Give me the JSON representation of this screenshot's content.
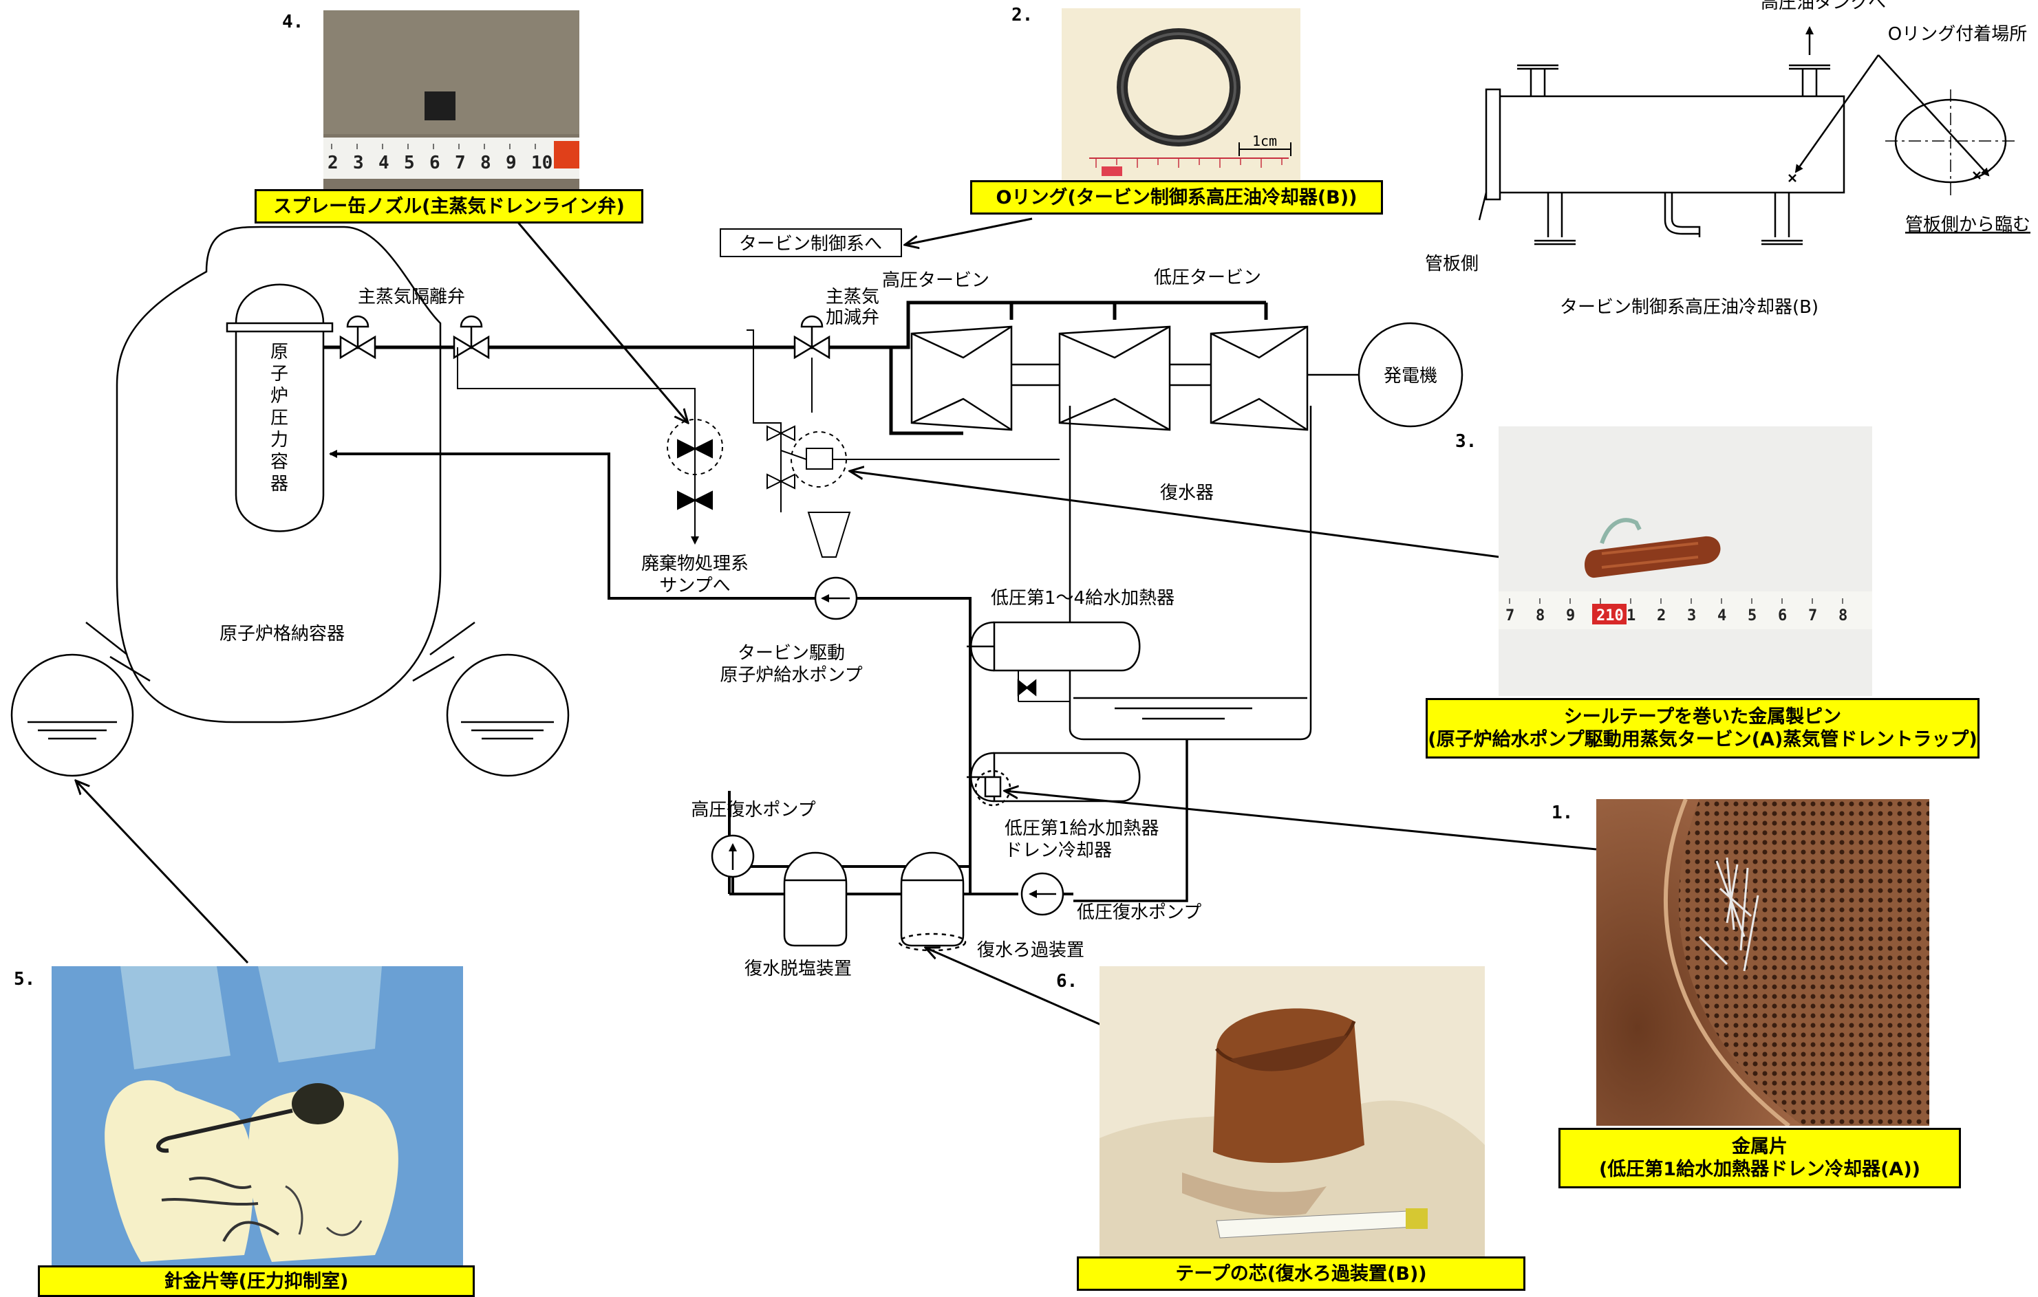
{
  "captions": {
    "spray_nozzle": "スプレー缶ノズル(主蒸気ドレンライン弁)",
    "o_ring": "Oリング(タービン制御系高圧油冷却器(B))",
    "seal_tape_pin_1": "シールテープを巻いた金属製ピン",
    "seal_tape_pin_2": "(原子炉給水ポンプ駆動用蒸気タービン(A)蒸気管ドレントラップ)",
    "metal_piece_1": "金属片",
    "metal_piece_2": "(低圧第1給水加熱器ドレン冷却器(A))",
    "wire_pieces": "針金片等(圧力抑制室)",
    "tape_core": "テープの芯(復水ろ過装置(B))"
  },
  "numbers": {
    "n1": "1.",
    "n2": "2.",
    "n3": "3.",
    "n4": "4.",
    "n5": "5.",
    "n6": "6."
  },
  "labels": {
    "reactor_pv": "原子炉圧力容器",
    "containment": "原子炉格納容器",
    "msiv": "主蒸気隔離弁",
    "turbine_control": "タービン制御系へ",
    "main_steam_valve_1": "主蒸気",
    "main_steam_valve_2": "加減弁",
    "hp_turbine": "高圧タービン",
    "lp_turbine": "低圧タービン",
    "generator": "発電機",
    "condenser": "復水器",
    "waste_1": "廃棄物処理系",
    "waste_2": "サンプへ",
    "tdrfp_1": "タービン駆動",
    "tdrfp_2": "原子炉給水ポンプ",
    "lp_heaters": "低圧第1～4給水加熱器",
    "lp1_drain_1": "低圧第1給水加熱器",
    "lp1_drain_2": "ドレン冷却器",
    "hp_cond_pump": "高圧復水ポンプ",
    "lp_cond_pump": "低圧復水ポンプ",
    "demineralizer": "復水脱塩装置",
    "filter": "復水ろ過装置",
    "scale_1cm": "1cm"
  },
  "cooler": {
    "to_tank": "高圧油タンクへ",
    "oring_location": "Oリング付着場所",
    "tube_side": "管板側",
    "view_from": "管板側から臨む",
    "title": "タービン制御系高圧油冷却器(B)"
  },
  "tape_ticks": {
    "nozzle": [
      "2",
      "3",
      "4",
      "5",
      "6",
      "7",
      "8",
      "9",
      "10"
    ],
    "pin": [
      "7",
      "8",
      "9",
      "210",
      "1",
      "2",
      "3",
      "4",
      "5",
      "6",
      "7",
      "8"
    ]
  },
  "colors": {
    "caption_bg": "#ffff00",
    "line": "#000000"
  }
}
